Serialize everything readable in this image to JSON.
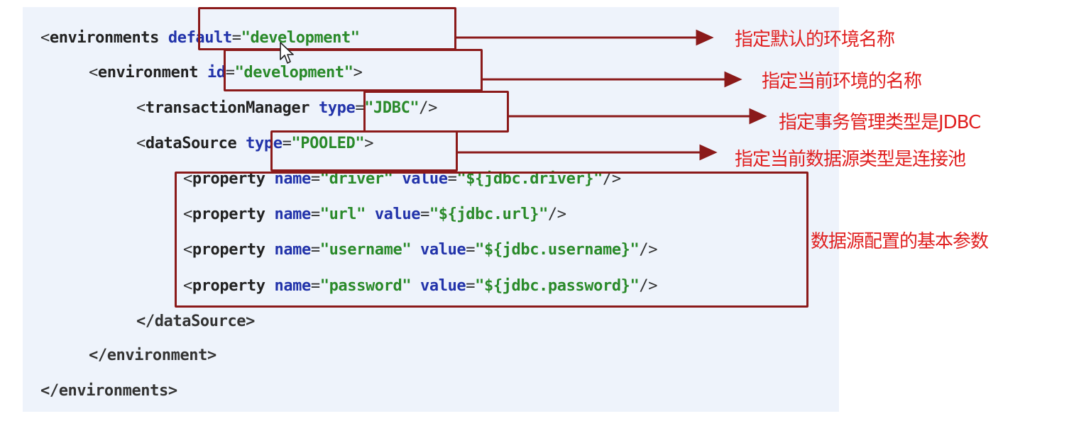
{
  "code": {
    "l1": {
      "open": "<",
      "tag": "environments",
      "attr": "default",
      "eq": "=",
      "val": "\"development\"",
      "close": ">"
    },
    "l2": {
      "open": "<",
      "tag": "environment",
      "attr": "id",
      "eq": "=",
      "val": "\"development\"",
      "close": ">"
    },
    "l3": {
      "open": "<",
      "tag": "transactionManager",
      "attr": "type",
      "eq": "=",
      "val": "\"JDBC\"",
      "close": "/>"
    },
    "l4": {
      "open": "<",
      "tag": "dataSource",
      "attr": "type",
      "eq": "=",
      "val": "\"POOLED\"",
      "close": ">"
    },
    "properties": [
      {
        "tag": "property",
        "name_attr": "name",
        "name_val": "\"driver\"",
        "value_attr": "value",
        "value_val": "\"${jdbc.driver}\""
      },
      {
        "tag": "property",
        "name_attr": "name",
        "name_val": "\"url\"",
        "value_attr": "value",
        "value_val": "\"${jdbc.url}\""
      },
      {
        "tag": "property",
        "name_attr": "name",
        "name_val": "\"username\"",
        "value_attr": "value",
        "value_val": "\"${jdbc.username}\""
      },
      {
        "tag": "property",
        "name_attr": "name",
        "name_val": "\"password\"",
        "value_attr": "value",
        "value_val": "\"${jdbc.password}\""
      }
    ],
    "l9": "</dataSource>",
    "l10": "</environment>",
    "l11": "</environments>"
  },
  "annotations": {
    "default_env": "指定默认的环境名称",
    "current_env": "指定当前环境的名称",
    "tx_type": "指定事务管理类型是JDBC",
    "pool_type": "指定当前数据源类型是连接池",
    "ds_params": "数据源配置的基本参数"
  },
  "colors": {
    "annotation": "#e02020",
    "box": "#8b1a1a",
    "attr": "#2233aa",
    "value": "#2a8a2a",
    "panel": "#eef3fb"
  }
}
